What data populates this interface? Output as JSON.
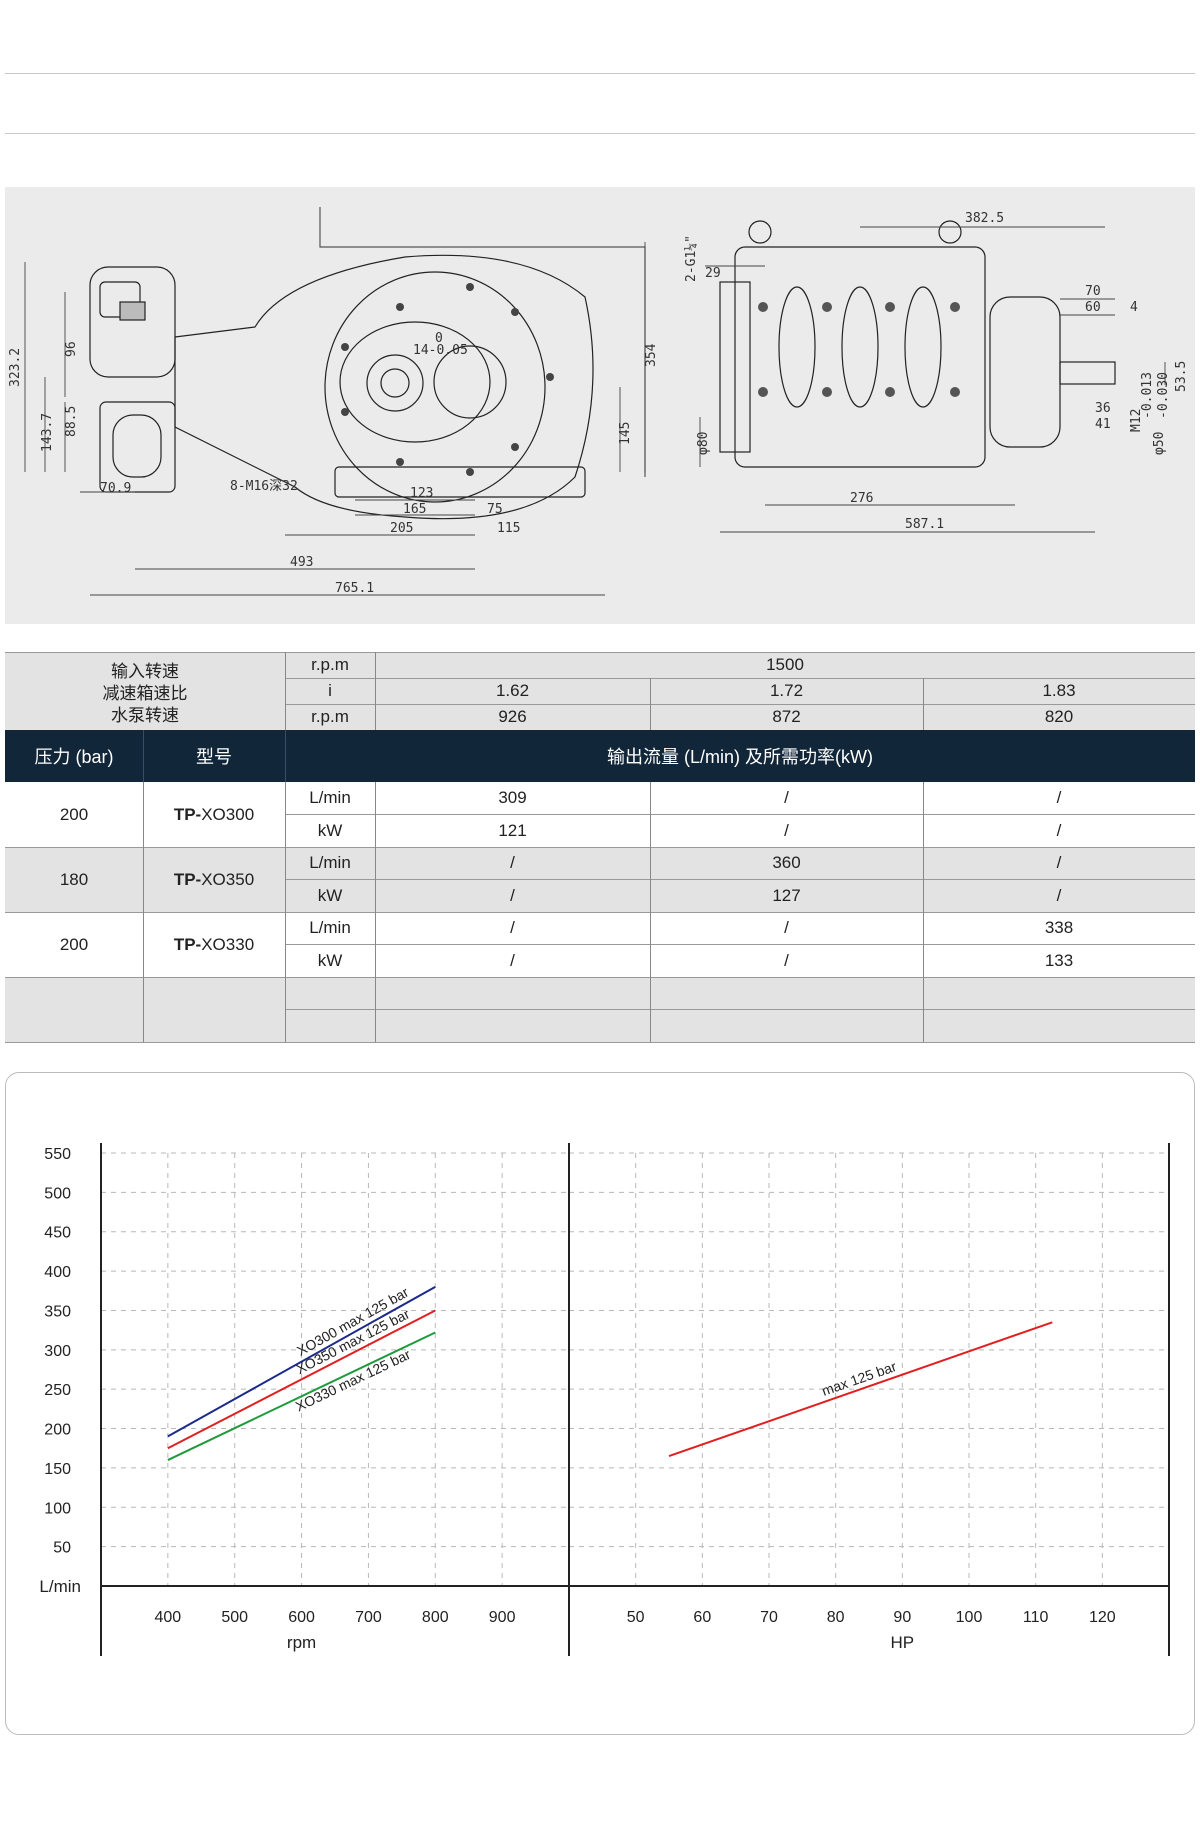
{
  "drawing": {
    "dims_side": [
      "323.2",
      "96",
      "88.5",
      "143.7",
      "70.9",
      "8-M16深32",
      "123",
      "165",
      "75",
      "205",
      "115",
      "493",
      "765.1",
      "354",
      "145",
      "14-0.05",
      "0"
    ],
    "dims_front": [
      "382.5",
      "2-G1¼\"",
      "29",
      "70",
      "60",
      "4",
      "53.5",
      "36",
      "41",
      "M12",
      "φ50",
      "-0.013",
      "-0.030",
      "φ80",
      "276",
      "587.1"
    ]
  },
  "table": {
    "labels": {
      "input_speed": "输入转速",
      "gear_ratio": "减速箱速比",
      "pump_speed": "水泵转速"
    },
    "units": {
      "rpm": "r.p.m",
      "i": "i",
      "lmin": "L/min",
      "kw": "kW"
    },
    "input_rpm": "1500",
    "ratios": [
      "1.62",
      "1.72",
      "1.83"
    ],
    "pump_rpms": [
      "926",
      "872",
      "820"
    ],
    "header": {
      "pressure": "压力 (bar)",
      "model": "型号",
      "output": "输出流量 (L/min) 及所需功率(kW)"
    },
    "rows": [
      {
        "pressure": "200",
        "model_prefix": "TP-",
        "model": "XO300",
        "lmin": [
          "309",
          "/",
          "/"
        ],
        "kw": [
          "121",
          "/",
          "/"
        ]
      },
      {
        "pressure": "180",
        "model_prefix": "TP-",
        "model": "XO350",
        "lmin": [
          "/",
          "360",
          "/"
        ],
        "kw": [
          "/",
          "127",
          "/"
        ]
      },
      {
        "pressure": "200",
        "model_prefix": "TP-",
        "model": "XO330",
        "lmin": [
          "/",
          "/",
          "338"
        ],
        "kw": [
          "/",
          "/",
          "133"
        ]
      }
    ]
  },
  "chart_data": [
    {
      "type": "line",
      "xlabel": "rpm",
      "ylabel": "L/min",
      "x_ticks": [
        400,
        500,
        600,
        700,
        800,
        900
      ],
      "y_ticks": [
        50,
        100,
        150,
        200,
        250,
        300,
        350,
        400,
        450,
        500,
        550
      ],
      "xlim": [
        300,
        1000
      ],
      "ylim": [
        0,
        550
      ],
      "grid": true,
      "series": [
        {
          "name": "XO300 max 125 bar",
          "color": "#1c2a8c",
          "x": [
            400,
            800
          ],
          "y": [
            190,
            380
          ]
        },
        {
          "name": "XO350 max 125 bar",
          "color": "#e02020",
          "x": [
            400,
            800
          ],
          "y": [
            175,
            350
          ]
        },
        {
          "name": "XO330 max 125 bar",
          "color": "#1f9a3c",
          "x": [
            400,
            800
          ],
          "y": [
            160,
            322
          ]
        }
      ]
    },
    {
      "type": "line",
      "xlabel": "HP",
      "x_ticks": [
        50,
        60,
        70,
        80,
        90,
        100,
        110,
        120
      ],
      "xlim": [
        40,
        130
      ],
      "ylim": [
        0,
        550
      ],
      "grid": true,
      "series": [
        {
          "name": "max 125 bar",
          "color": "#e02020",
          "x": [
            55,
            112.5
          ],
          "y": [
            165,
            335
          ]
        }
      ]
    }
  ]
}
